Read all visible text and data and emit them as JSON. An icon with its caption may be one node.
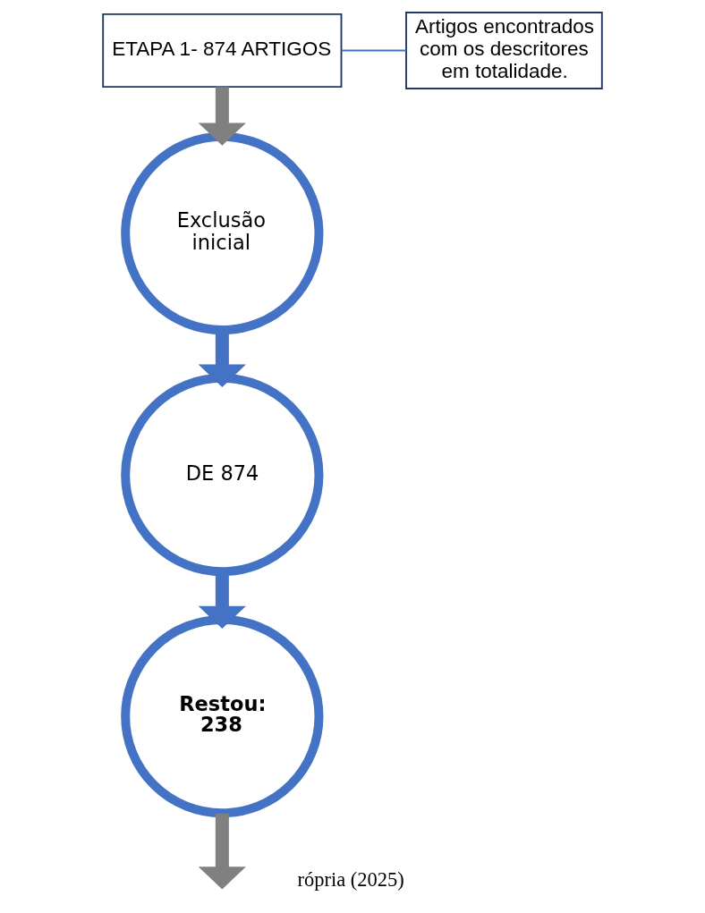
{
  "diagram": {
    "nodes": [
      {
        "text": [
          "ETAPA 1- 874 ARTIGOS"
        ]
      },
      {
        "text": [
          "Artigos encontrados com os descritores em totalidade."
        ]
      },
      {
        "text": [
          "Exclusão inicial"
        ]
      },
      {
        "text": [
          "DE 874"
        ]
      },
      {
        "text": [
          "Restou: 238"
        ]
      }
    ],
    "edges": [
      {
        "from": 0,
        "to": 1,
        "arrow": "none",
        "color": "#4472c4"
      },
      {
        "from": 0,
        "to": 2,
        "arrow": "to",
        "color": "#808080"
      },
      {
        "from": 2,
        "to": 3,
        "arrow": "to",
        "color": "#4472c4"
      },
      {
        "from": 3,
        "to": 4,
        "arrow": "to",
        "color": "#4472c4"
      },
      {
        "from": 4,
        "to": null,
        "arrow": "to",
        "color": "#808080"
      }
    ],
    "labels": [
      "rópria (2025)"
    ]
  }
}
